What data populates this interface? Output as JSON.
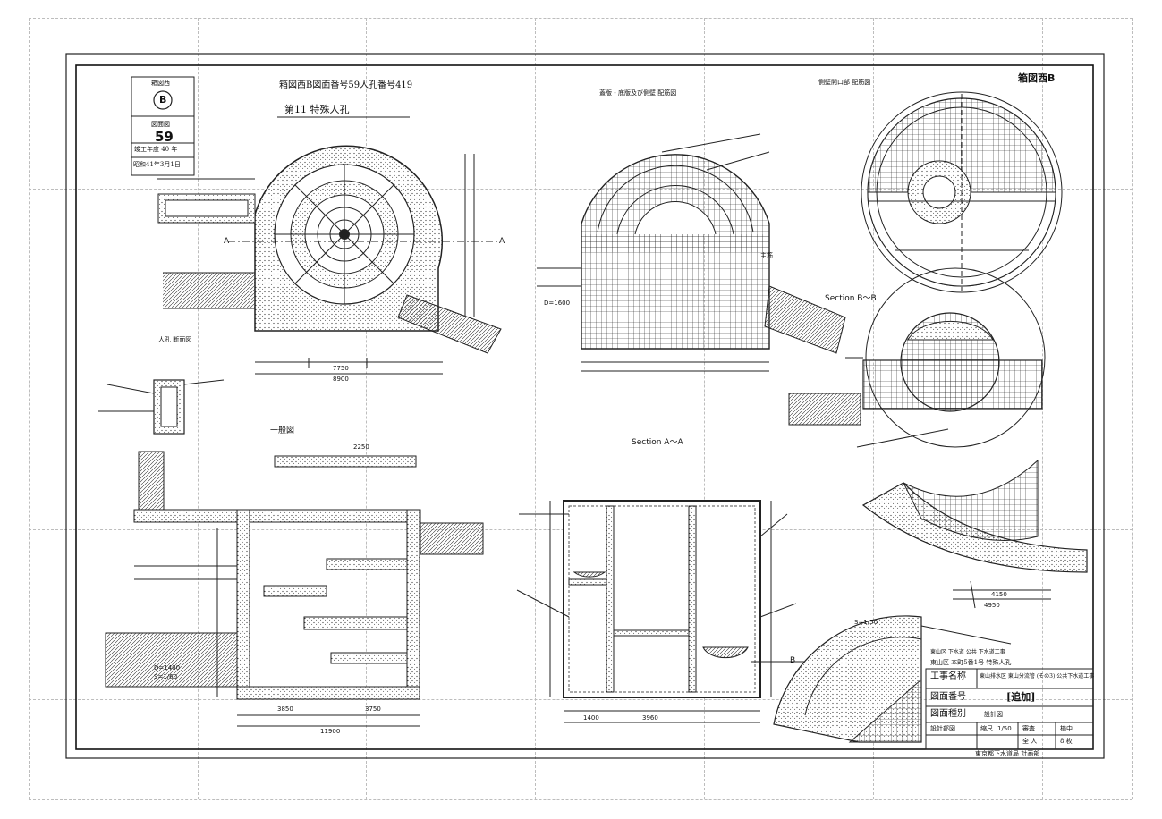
{
  "stamp": {
    "sheet_series_label": "箱図西",
    "sheet_series_letter": "B",
    "drawing_label": "図面図",
    "drawing_number": "59",
    "fiscal_year": "竣工年度 40 年",
    "date": "昭和41年3月1日"
  },
  "header": {
    "ref_line": "箱図西B図面番号59人孔番号419",
    "title": "第11 特殊人孔"
  },
  "corner_tag": "箱図西B",
  "views": {
    "section_aa": "A",
    "section_a_a_label": "A",
    "general_view": "一般図",
    "section_a_a": "Section A～A",
    "section_b_b": "Section B～B",
    "top_center": "蓋版・底版及び側壁 配筋図",
    "top_right": "側壁開口部 配筋図",
    "rebar_label": "主筋",
    "plan_left": "人孔 断面図",
    "bottom_right_scale": "S=1/50",
    "b_mark": "B"
  },
  "dims": {
    "d1600": "D=1600",
    "d1400": "D=1400",
    "s_value": "S=1/60",
    "w1": "3850",
    "w2": "3750",
    "w3": "11900",
    "w4": "4950",
    "w5": "7750",
    "w6": "8900",
    "w7": "1400",
    "w8": "3960",
    "w9": "4150",
    "w10": "2250"
  },
  "title_block": {
    "company": "東山区 下水道 公共 下水道工事",
    "project_label": "工事名称",
    "project_name": "東山排水区 東山分流管 (その3) 公共下水道工事",
    "project_prefix": "東山区 本町5番1号 特殊人孔",
    "status": "[追加]",
    "drawing_no_label": "図面番号",
    "category_label": "図面種別",
    "category_value": "設計図",
    "designer_label": "設計部図",
    "scale_label": "縮尺",
    "scale_value": "1/50",
    "check_label": "審査",
    "check_value": "全 人",
    "approve_label": "検中",
    "approve_value": "8 枚",
    "footer": "東京都下水道局 計画部"
  }
}
